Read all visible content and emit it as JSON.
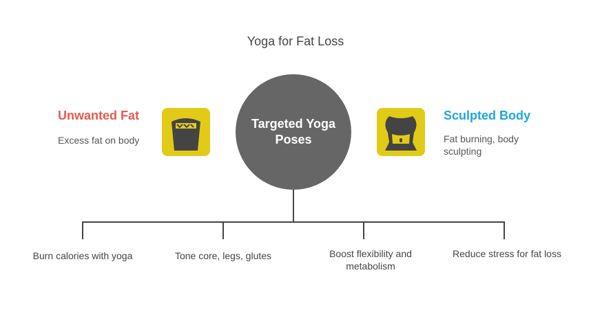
{
  "title": "Yoga for Fat Loss",
  "center": "Targeted Yoga Poses",
  "left": {
    "heading": "Unwanted Fat",
    "desc": "Excess fat on body",
    "color": "#e55a4f"
  },
  "right": {
    "heading": "Sculpted Body",
    "desc": "Fat burning, body sculpting",
    "color": "#1ea7dc"
  },
  "leaves": [
    "Burn calories with yoga",
    "Tone core, legs, glutes",
    "Boost flexibility and metabolism",
    "Reduce stress for fat loss"
  ]
}
